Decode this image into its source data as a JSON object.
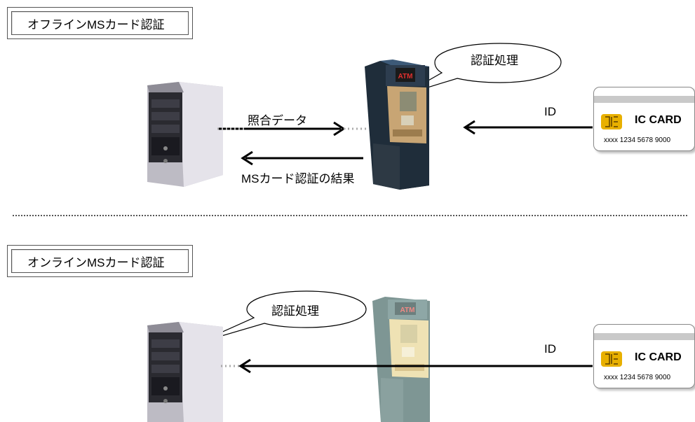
{
  "sections": [
    {
      "title": "オフラインMSカード認証",
      "bubble_text": "認証処理",
      "arrow_label_upper": "照合データ",
      "arrow_label_lower": "MSカード認証の結果",
      "id_label": "ID",
      "atm_sign": "ATM",
      "card_title": "IC CARD",
      "card_number": "xxxx 1234 5678 9000"
    },
    {
      "title": "オンラインMSカード認証",
      "bubble_text": "認証処理",
      "id_label": "ID",
      "atm_sign": "ATM",
      "card_title": "IC CARD",
      "card_number": "xxxx 1234 5678 9000"
    }
  ],
  "colors": {
    "server_body": "#d8d6dc",
    "server_dark": "#2a2a30",
    "atm_top": "#2d3d4f",
    "atm_panel": "#c8a574",
    "atm_panel_faded": "#efe2b4",
    "atm_body_faded": "#7e9694",
    "chip": "#e8b000",
    "arrow": "#000000",
    "dotted": "#999999"
  }
}
